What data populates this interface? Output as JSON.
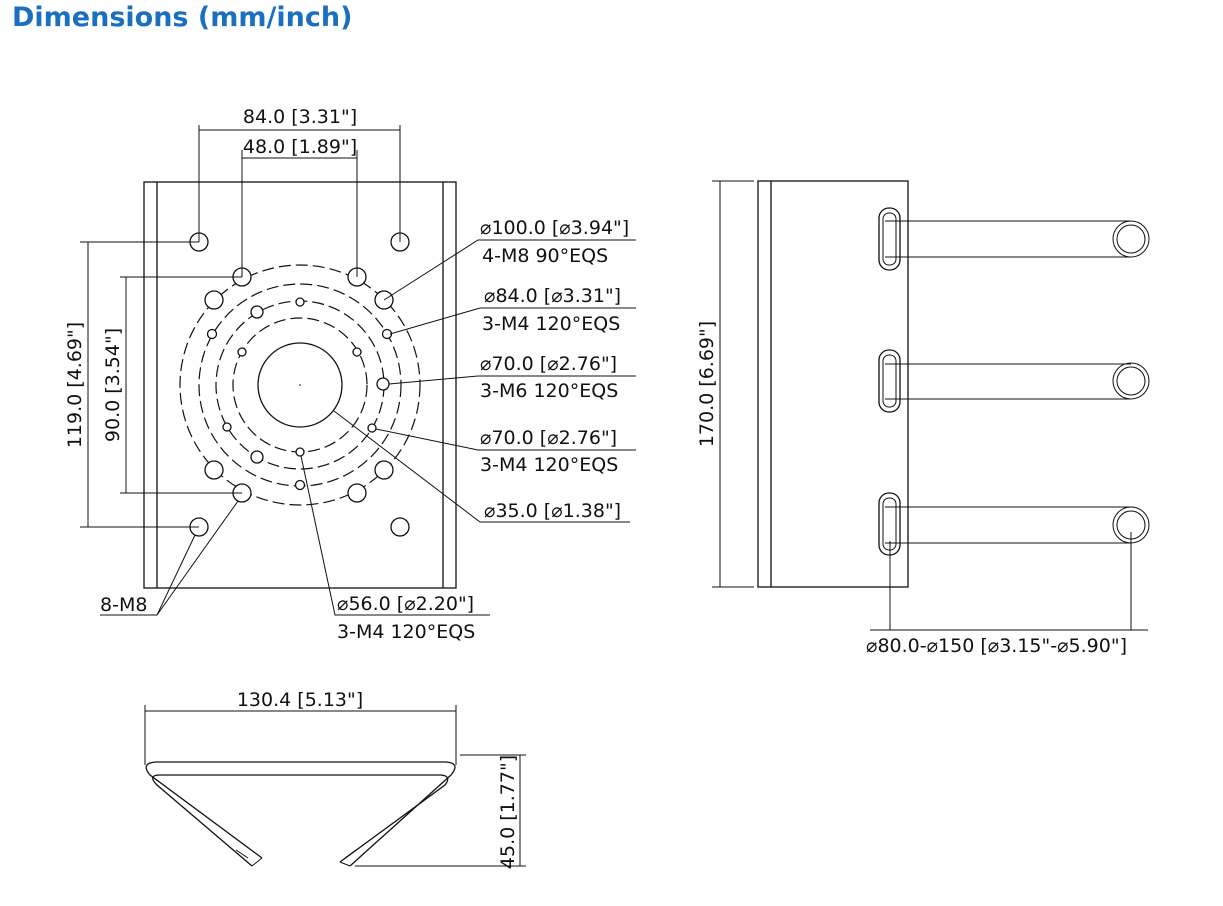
{
  "title": "Dimensions (mm/inch)",
  "front_view": {
    "width_outer": "84.0 [3.31\"]",
    "width_inner": "48.0 [1.89\"]",
    "height_outer": "119.0 [4.69\"]",
    "height_inner": "90.0 [3.54\"]",
    "callouts": [
      {
        "dia": "⌀100.0 [⌀3.94\"]",
        "spec": "4-M8 90°EQS"
      },
      {
        "dia": "⌀84.0 [⌀3.31\"]",
        "spec": "3-M4 120°EQS"
      },
      {
        "dia": "⌀70.0 [⌀2.76\"]",
        "spec": "3-M6 120°EQS"
      },
      {
        "dia": "⌀70.0 [⌀2.76\"]",
        "spec": "3-M4 120°EQS"
      },
      {
        "dia": "⌀35.0 [⌀1.38\"]"
      },
      {
        "dia": "⌀56.0 [⌀2.20\"]",
        "spec": "3-M4 120°EQS"
      }
    ],
    "holes_label": "8-M8"
  },
  "side_view": {
    "height": "170.0 [6.69\"]",
    "pole_range": "⌀80.0-⌀150 [⌀3.15\"-⌀5.90\"]"
  },
  "bottom_view": {
    "width": "130.4 [5.13\"]",
    "depth": "45.0 [1.77\"]"
  }
}
